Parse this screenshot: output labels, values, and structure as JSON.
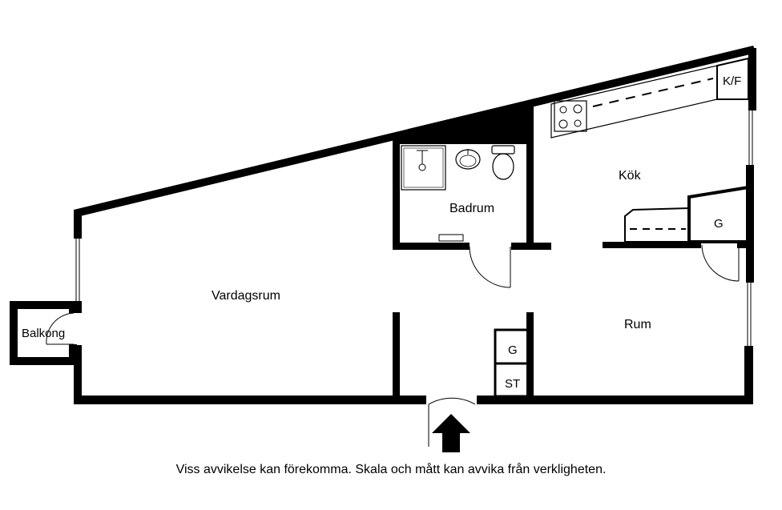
{
  "rooms": {
    "vardagsrum": "Vardagsrum",
    "badrum": "Badrum",
    "kok": "Kök",
    "rum": "Rum",
    "balkong": "Balkong"
  },
  "fixtures": {
    "kf": "K/F",
    "g_kok": "G",
    "g_hall": "G",
    "st": "ST"
  },
  "disclaimer": "Viss avvikelse kan förekomma. Skala och mått kan avvika från verkligheten.",
  "colors": {
    "wall": "#000000",
    "background": "#ffffff"
  }
}
